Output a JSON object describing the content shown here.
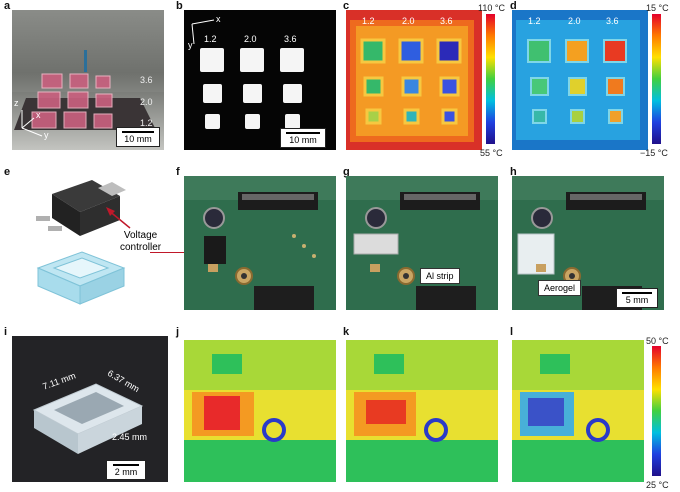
{
  "panel_labels": {
    "a": "a",
    "b": "b",
    "c": "c",
    "d": "d",
    "e": "e",
    "f": "f",
    "g": "g",
    "h": "h",
    "i": "i",
    "j": "j",
    "k": "k",
    "l": "l"
  },
  "sizes": [
    "1.2",
    "2.0",
    "3.6"
  ],
  "scale_bars": {
    "a": "10 mm",
    "b": "10 mm",
    "h": "5 mm",
    "i": "2 mm"
  },
  "axes": {
    "x": "x",
    "y": "y",
    "z": "z"
  },
  "colorbars": {
    "c": {
      "max": "110 °C",
      "min": "55 °C"
    },
    "d": {
      "max": "15 °C",
      "min": "−15 °C"
    },
    "l": {
      "max": "50 °C",
      "min": "25 °C"
    }
  },
  "callouts": {
    "voltage_controller": "Voltage\ncontroller",
    "al_strip": "Al strip",
    "aerogel": "Aerogel"
  },
  "dimensions": {
    "len": "7.11 mm",
    "wid": "6.37 mm",
    "height": "2.45 mm"
  },
  "colors": {
    "hot": "#e83a2a",
    "cold": "#2a3ac8",
    "mid": "#33cc55"
  }
}
